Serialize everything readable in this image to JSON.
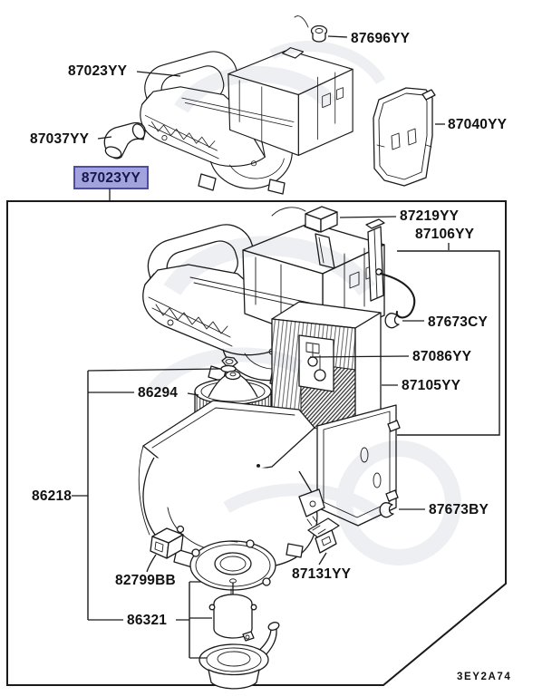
{
  "diagram": {
    "type": "exploded-parts-diagram",
    "subject": "heater / blower unit assembly",
    "code": "3EY2A74",
    "colors": {
      "line": "#1a1a1a",
      "background": "#ffffff",
      "highlight_bg": "#a2a2dc",
      "highlight_border": "#4d4da5",
      "highlight_text": "#16164f",
      "watermark": "#e0e1e8"
    }
  },
  "top_section": {
    "labels": {
      "l87696": "87696YY",
      "l87023": "87023YY",
      "l87037": "87037YY",
      "l87040": "87040YY"
    },
    "highlighted": {
      "text": "87023YY"
    }
  },
  "detail_box": {
    "labels": {
      "l87219": "87219YY",
      "l87106": "87106YY",
      "l87673cy": "87673CY",
      "l87086": "87086YY",
      "l87105": "87105YY",
      "l86294": "86294",
      "l86218": "86218",
      "l82799": "82799BB",
      "l86321": "86321",
      "l87131": "87131YY",
      "l87673by": "87673BY"
    },
    "code": "3EY2A74"
  }
}
